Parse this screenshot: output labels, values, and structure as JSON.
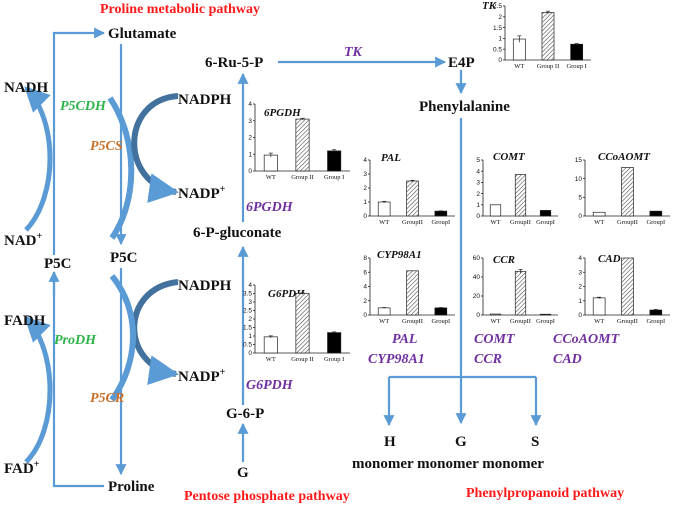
{
  "titles": {
    "proline": "Proline metabolic pathway",
    "pentose": "Pentose phosphate pathway",
    "phenyl": "Phenylpropanoid pathway"
  },
  "metabolites": {
    "glutamate": "Glutamate",
    "p5c_left": "P5C",
    "p5c_mid": "P5C",
    "proline": "Proline",
    "nadh": "NADH",
    "nad": "NAD",
    "fadh": "FADH",
    "fad": "FAD",
    "nadph_top": "NADPH",
    "nadp_top": "NADP",
    "nadph_bottom": "NADPH",
    "nadp_bottom": "NADP",
    "ru5p": "6-Ru-5-P",
    "pgluconate": "6-P-gluconate",
    "g6p": "G-6-P",
    "g": "G",
    "e4p": "E4P",
    "phe": "Phenylalanine",
    "h": "H",
    "g_out": "G",
    "s": "S",
    "monomers": "monomer monomer monomer",
    "plus": "+"
  },
  "enzymes": {
    "p5cdh": "P5CDH",
    "prodh": "ProDH",
    "p5cs": "P5CS",
    "p5cr": "P5CR",
    "tk": "TK",
    "pgdh": "6PGDH",
    "g6pdh": "G6PDH",
    "pal": "PAL",
    "cyp": "CYP98A1",
    "comt": "COMT",
    "ccr": "CCR",
    "ccoaomt": "CCoAOMT",
    "cad": "CAD"
  },
  "colors": {
    "arrow": "#5b9bd5",
    "arrow_dark": "#41719c",
    "title_red": "#ff1a1a",
    "green": "#2db34a",
    "orange": "#c8702a",
    "purple": "#7030a0",
    "wt_fill": "#ffffff",
    "group2_fill": "hatched",
    "group1_fill": "#000000"
  },
  "chart_data": [
    {
      "id": "tk",
      "type": "bar",
      "title": "TK",
      "categories": [
        "WT",
        "Group II",
        "Group I"
      ],
      "values": [
        0.97,
        2.2,
        0.73
      ],
      "errors": [
        0.15,
        0.06,
        0.03
      ],
      "ylim": [
        0,
        2.5
      ],
      "yticks": [
        "0",
        "0.5",
        "1",
        "1.5",
        "2",
        "2.5"
      ]
    },
    {
      "id": "6pgdh",
      "type": "bar",
      "title": "6PGDH",
      "categories": [
        "WT",
        "Group II",
        "Group I"
      ],
      "values": [
        0.95,
        3.1,
        1.2
      ],
      "errors": [
        0.12,
        0.05,
        0.07
      ],
      "ylim": [
        0,
        4
      ],
      "yticks": [
        "0",
        "1",
        "2",
        "3",
        "4"
      ]
    },
    {
      "id": "g6pdh",
      "type": "bar",
      "title": "G6PDH",
      "categories": [
        "WT",
        "Group II",
        "Group I"
      ],
      "values": [
        0.95,
        3.5,
        1.2
      ],
      "errors": [
        0.06,
        0.05,
        0.04
      ],
      "ylim": [
        0,
        4
      ],
      "yticks": [
        "0",
        "0.5",
        "1",
        "1.5",
        "2",
        "2.5",
        "3",
        "3.5",
        "4"
      ]
    },
    {
      "id": "pal",
      "type": "bar",
      "title": "PAL",
      "categories": [
        "WT",
        "GroupII",
        "GroupI"
      ],
      "values": [
        1.0,
        2.5,
        0.35
      ],
      "errors": [
        0.05,
        0.05,
        0.02
      ],
      "ylim": [
        0,
        4
      ],
      "yticks": [
        "0",
        "1",
        "2",
        "3",
        "4"
      ]
    },
    {
      "id": "comt",
      "type": "bar",
      "title": "COMT",
      "categories": [
        "WT",
        "GroupII",
        "GroupI"
      ],
      "values": [
        1.0,
        3.7,
        0.5
      ],
      "errors": [
        0.0,
        0.0,
        0.0
      ],
      "ylim": [
        0,
        5
      ],
      "yticks": [
        "0",
        "1",
        "2",
        "3",
        "4",
        "5"
      ]
    },
    {
      "id": "ccoaomt",
      "type": "bar",
      "title": "CCoAOMT",
      "categories": [
        "WT",
        "GroupII",
        "GroupI"
      ],
      "values": [
        1.0,
        13.0,
        1.3
      ],
      "errors": [
        0.0,
        0.0,
        0.0
      ],
      "ylim": [
        0,
        15
      ],
      "yticks": [
        "0",
        "5",
        "10",
        "15"
      ]
    },
    {
      "id": "cyp",
      "type": "bar",
      "title": "CYP98A1",
      "categories": [
        "WT",
        "GroupII",
        "GroupI"
      ],
      "values": [
        1.0,
        6.2,
        1.0
      ],
      "errors": [
        0.05,
        0.0,
        0.05
      ],
      "ylim": [
        0,
        8
      ],
      "yticks": [
        "0",
        "2",
        "4",
        "6",
        "8"
      ]
    },
    {
      "id": "ccr",
      "type": "bar",
      "title": "CCR",
      "categories": [
        "WT",
        "GroupII",
        "GroupI"
      ],
      "values": [
        1.0,
        46,
        0.8
      ],
      "errors": [
        0.0,
        2.0,
        0.0
      ],
      "ylim": [
        0,
        60
      ],
      "yticks": [
        "0",
        "20",
        "40",
        "60"
      ]
    },
    {
      "id": "cad",
      "type": "bar",
      "title": "CAD",
      "categories": [
        "WT",
        "GroupII",
        "GroupI"
      ],
      "values": [
        1.2,
        4.0,
        0.35
      ],
      "errors": [
        0.05,
        0.0,
        0.04
      ],
      "ylim": [
        0,
        4
      ],
      "yticks": [
        "0",
        "1",
        "2",
        "3",
        "4"
      ]
    }
  ]
}
